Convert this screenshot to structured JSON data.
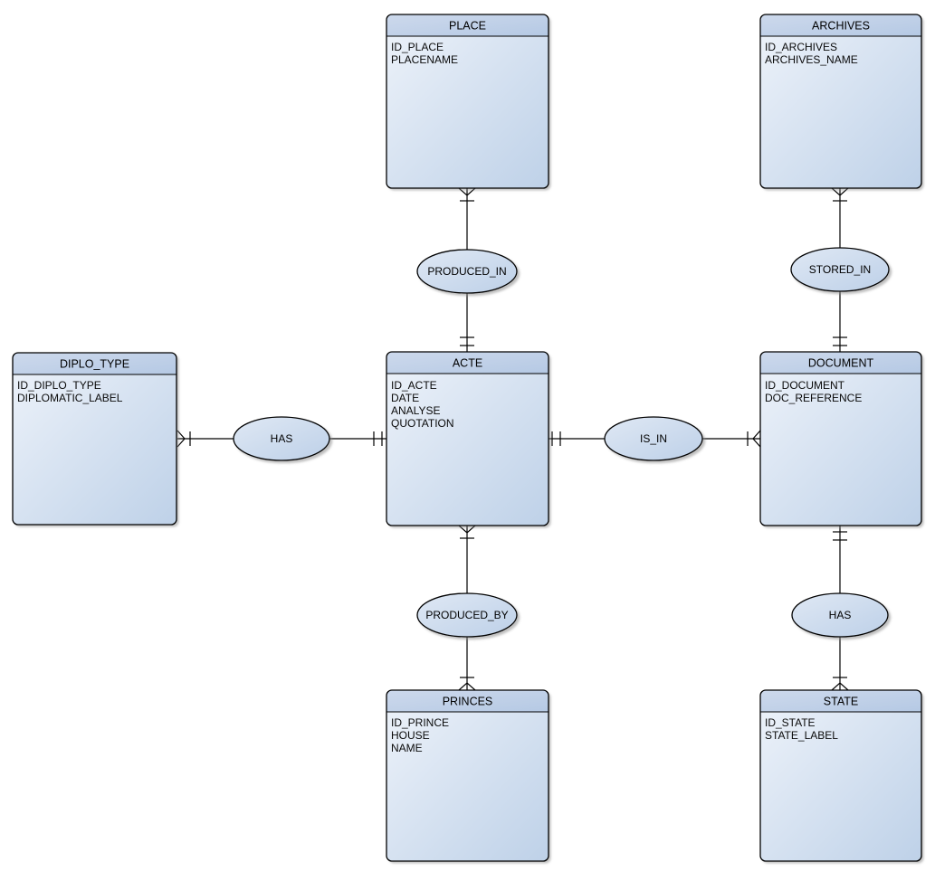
{
  "diagram": {
    "type": "entity-relationship-diagram",
    "notation": "crow-foot",
    "background_color": "#ffffff",
    "colors": {
      "entity_header": "#c3d2e9",
      "entity_body_light": "#eef3fa",
      "entity_body_dark": "#bed1e8",
      "ellipse_light": "#dfe8f4",
      "ellipse_dark": "#bdd0e8",
      "border": "#000000",
      "text": "#000000"
    },
    "entities": [
      {
        "title": "PLACE",
        "attributes": [
          "ID_PLACE",
          "PLACENAME"
        ]
      },
      {
        "title": "ARCHIVES",
        "attributes": [
          "ID_ARCHIVES",
          "ARCHIVES_NAME"
        ]
      },
      {
        "title": "DIPLO_TYPE",
        "attributes": [
          "ID_DIPLO_TYPE",
          "DIPLOMATIC_LABEL"
        ]
      },
      {
        "title": "ACTE",
        "attributes": [
          "ID_ACTE",
          "DATE",
          "ANALYSE",
          "QUOTATION"
        ]
      },
      {
        "title": "DOCUMENT",
        "attributes": [
          "ID_DOCUMENT",
          "DOC_REFERENCE"
        ]
      },
      {
        "title": "PRINCES",
        "attributes": [
          "ID_PRINCE",
          "HOUSE",
          "NAME"
        ]
      },
      {
        "title": "STATE",
        "attributes": [
          "ID_STATE",
          "STATE_LABEL"
        ]
      }
    ],
    "relationships": [
      {
        "label": "PRODUCED_IN",
        "from": "PLACE",
        "to": "ACTE",
        "from_cardinality": "1..N",
        "to_cardinality": "1..1"
      },
      {
        "label": "STORED_IN",
        "from": "ARCHIVES",
        "to": "DOCUMENT",
        "from_cardinality": "1..N",
        "to_cardinality": "1..1"
      },
      {
        "label": "HAS",
        "from": "DIPLO_TYPE",
        "to": "ACTE",
        "from_cardinality": "1..N",
        "to_cardinality": "1..1"
      },
      {
        "label": "IS_IN",
        "from": "ACTE",
        "to": "DOCUMENT",
        "from_cardinality": "1..1",
        "to_cardinality": "1..N"
      },
      {
        "label": "PRODUCED_BY",
        "from": "ACTE",
        "to": "PRINCES",
        "from_cardinality": "1..N",
        "to_cardinality": "1..N"
      },
      {
        "label": "HAS",
        "from": "DOCUMENT",
        "to": "STATE",
        "from_cardinality": "1..1",
        "to_cardinality": "1..N"
      }
    ]
  }
}
